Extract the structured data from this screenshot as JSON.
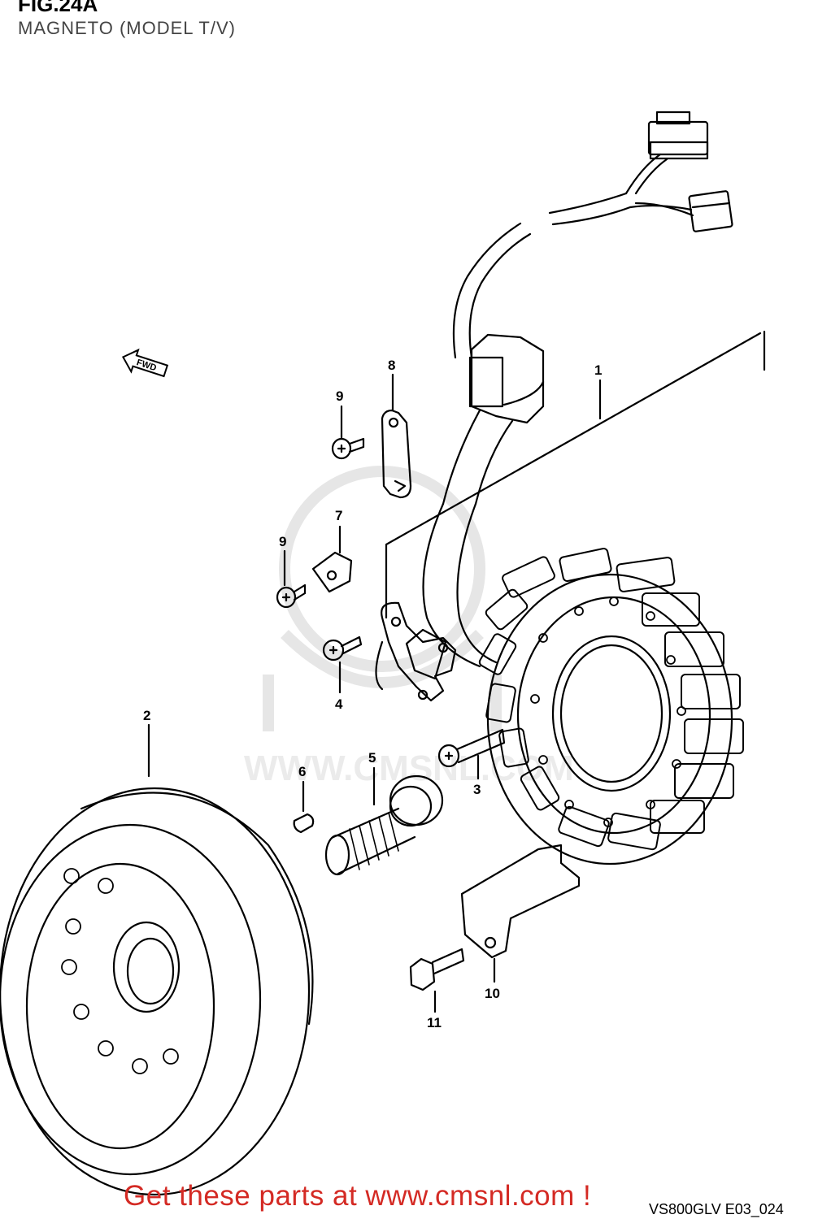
{
  "figure": {
    "title": "FIG.24A",
    "subtitle": "MAGNETO (MODEL T/V)"
  },
  "direction_marker": {
    "label": "FWD",
    "icon": "fwd-arrow-icon"
  },
  "watermark": {
    "text": "WWW.CMSNL.COM",
    "icon": "cmsnl-logo-watermark"
  },
  "callouts": [
    "1",
    "2",
    "3",
    "4",
    "5",
    "6",
    "7",
    "8",
    "9",
    "9",
    "10",
    "11"
  ],
  "footer": {
    "link_text": "Get these parts at www.cmsnl.com !",
    "link_color": "#d42a24"
  },
  "drawing_code": "VS800GLV E03_024"
}
